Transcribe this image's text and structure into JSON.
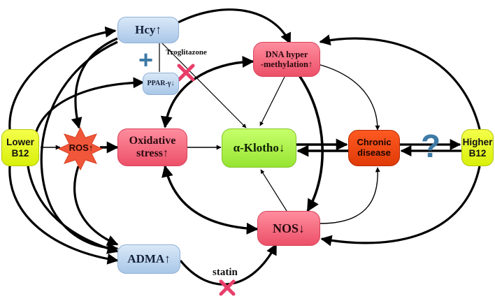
{
  "nodes": {
    "hcy": "Hcy↑",
    "ppar": "PPAR-γ↓",
    "dna_line1": "DNA hyper",
    "dna_line2": "-methylation↑",
    "lower_b12_line1": "Lower",
    "lower_b12_line2": "B12",
    "ros": "ROS↑",
    "oxidative_line1": "Oxidative",
    "oxidative_line2": "stress↑",
    "klotho": "α-Klotho↓",
    "chronic_line1": "Chronic",
    "chronic_line2": "disease",
    "higher_b12_line1": "Higher",
    "higher_b12_line2": "B12",
    "nos": "NOS↓",
    "adma": "ADMA↑"
  },
  "labels": {
    "troglitazone": "Troglitazone",
    "statin": "statin",
    "plus": "+",
    "question": "?"
  },
  "colors": {
    "blue_node": "#a9c7e8",
    "pink_node": "#ec5068",
    "green_node": "#97e432",
    "red_node": "#e03a08",
    "yellow_node": "#d9f00a",
    "ros_star": "#f0563a",
    "inhibit_cross": "#e83e6a",
    "plus_sign": "#3e7aa6",
    "question_mark": "#3e7aa6"
  }
}
